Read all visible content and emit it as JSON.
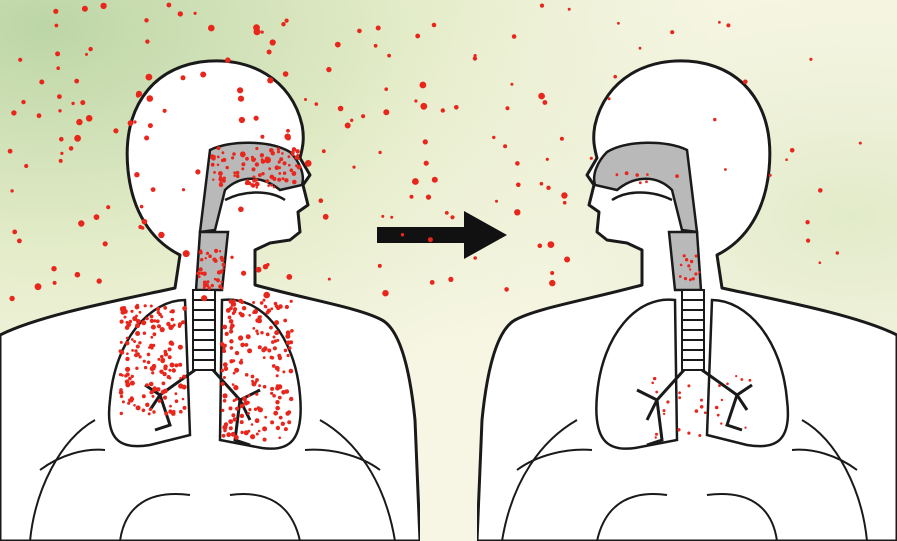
{
  "colors": {
    "particle": "#e8261c",
    "outline": "#1a1a1a",
    "airway_fill": "#b9b9b9",
    "body_fill": "#ffffff",
    "bg_green": "#cfe0b8",
    "bg_cream": "#f6f5df",
    "arrow": "#111111"
  },
  "icons": {
    "transition": "right-arrow-icon"
  },
  "figures": [
    {
      "id": "before",
      "particle_level": "high"
    },
    {
      "id": "after",
      "particle_level": "low"
    }
  ]
}
